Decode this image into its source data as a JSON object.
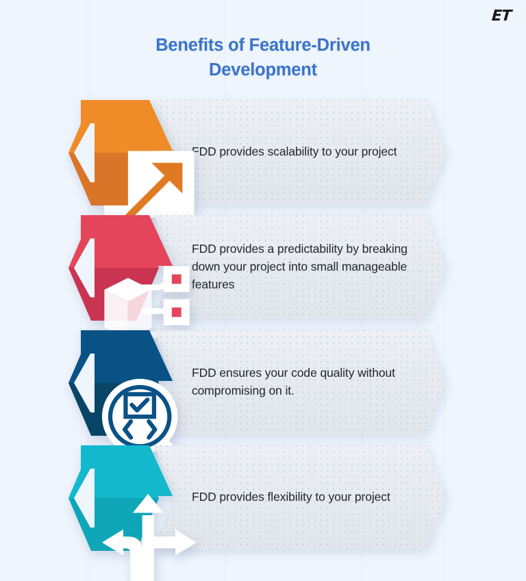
{
  "logo": {
    "text": "ET",
    "name": "et-logo"
  },
  "title": {
    "line1": "Benefits of Feature-Driven",
    "line2": "Development"
  },
  "colors": {
    "background": "#eff5fd",
    "title": "#3a74c8",
    "card_fill": "#e7ebf0",
    "body_text": "#23262b"
  },
  "items": [
    {
      "index": "1",
      "icon": "expand-arrow-icon",
      "color_light": "#f08c28",
      "color_dark": "#d97528",
      "text": "FDD provides scalability to your project"
    },
    {
      "index": "2",
      "icon": "cube-network-icon",
      "color_light": "#e4455b",
      "color_dark": "#c93551",
      "text": "FDD provides a predictability by breaking down your project into small manageable features"
    },
    {
      "index": "3",
      "icon": "code-quality-magnifier-icon",
      "color_light": "#0a5286",
      "color_dark": "#094566",
      "text": "FDD ensures your code quality without compromising on it."
    },
    {
      "index": "4",
      "icon": "three-way-arrow-icon",
      "color_light": "#13b8cc",
      "color_dark": "#0fa6b8",
      "text": "FDD provides flexibility to your project"
    }
  ]
}
